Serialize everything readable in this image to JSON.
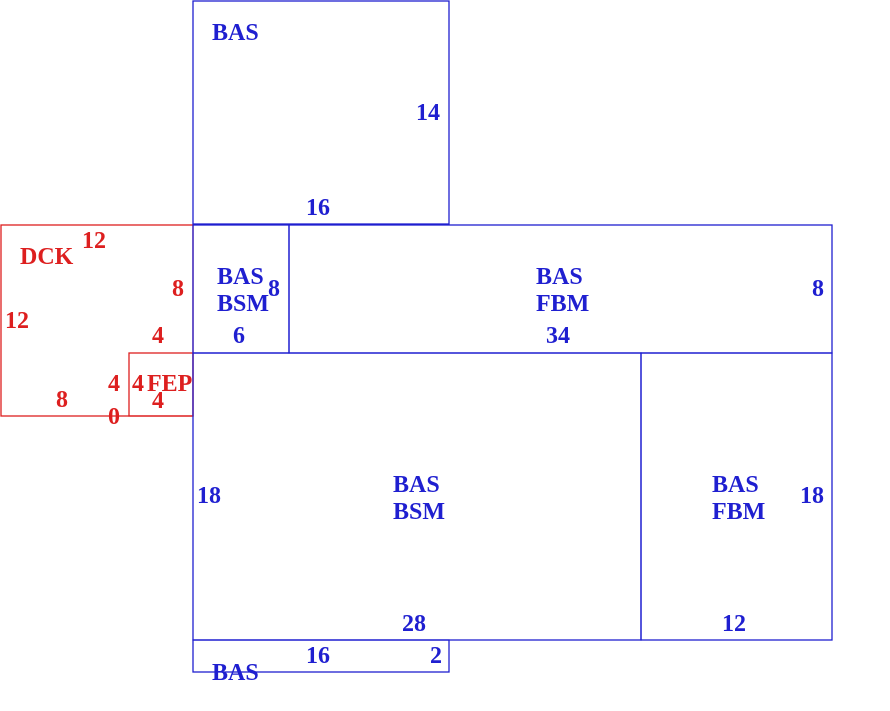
{
  "colors": {
    "main": "#1f1fd0",
    "accent": "#dd1f1f"
  },
  "areas": {
    "bas_top": {
      "code": "BAS",
      "dim_right": "14",
      "dim_bottom": "16"
    },
    "dck": {
      "code": "DCK",
      "dim_top": "12",
      "dim_left": "12",
      "dim_right": "8",
      "dim_bottom": "8",
      "dim_inner": "4",
      "dim_inner_left": "4",
      "dim_zero": "0"
    },
    "fep": {
      "code": "FEP",
      "dim_left": "4",
      "dim_bottom": "4"
    },
    "bas_bsm_small": {
      "line1": "BAS",
      "line2": "BSM",
      "dim_right": "8",
      "dim_bottom": "6"
    },
    "bas_fbm_wide": {
      "line1": "BAS",
      "line2": "FBM",
      "dim_right": "8",
      "dim_bottom": "34"
    },
    "bas_bsm_large": {
      "line1": "BAS",
      "line2": "BSM",
      "dim_left": "18",
      "dim_bottom": "28"
    },
    "bas_fbm_right": {
      "line1": "BAS",
      "line2": "FBM",
      "dim_right": "18",
      "dim_bottom": "12"
    },
    "bas_bottom": {
      "code": "BAS",
      "dim_top": "16",
      "dim_right": "2"
    }
  }
}
